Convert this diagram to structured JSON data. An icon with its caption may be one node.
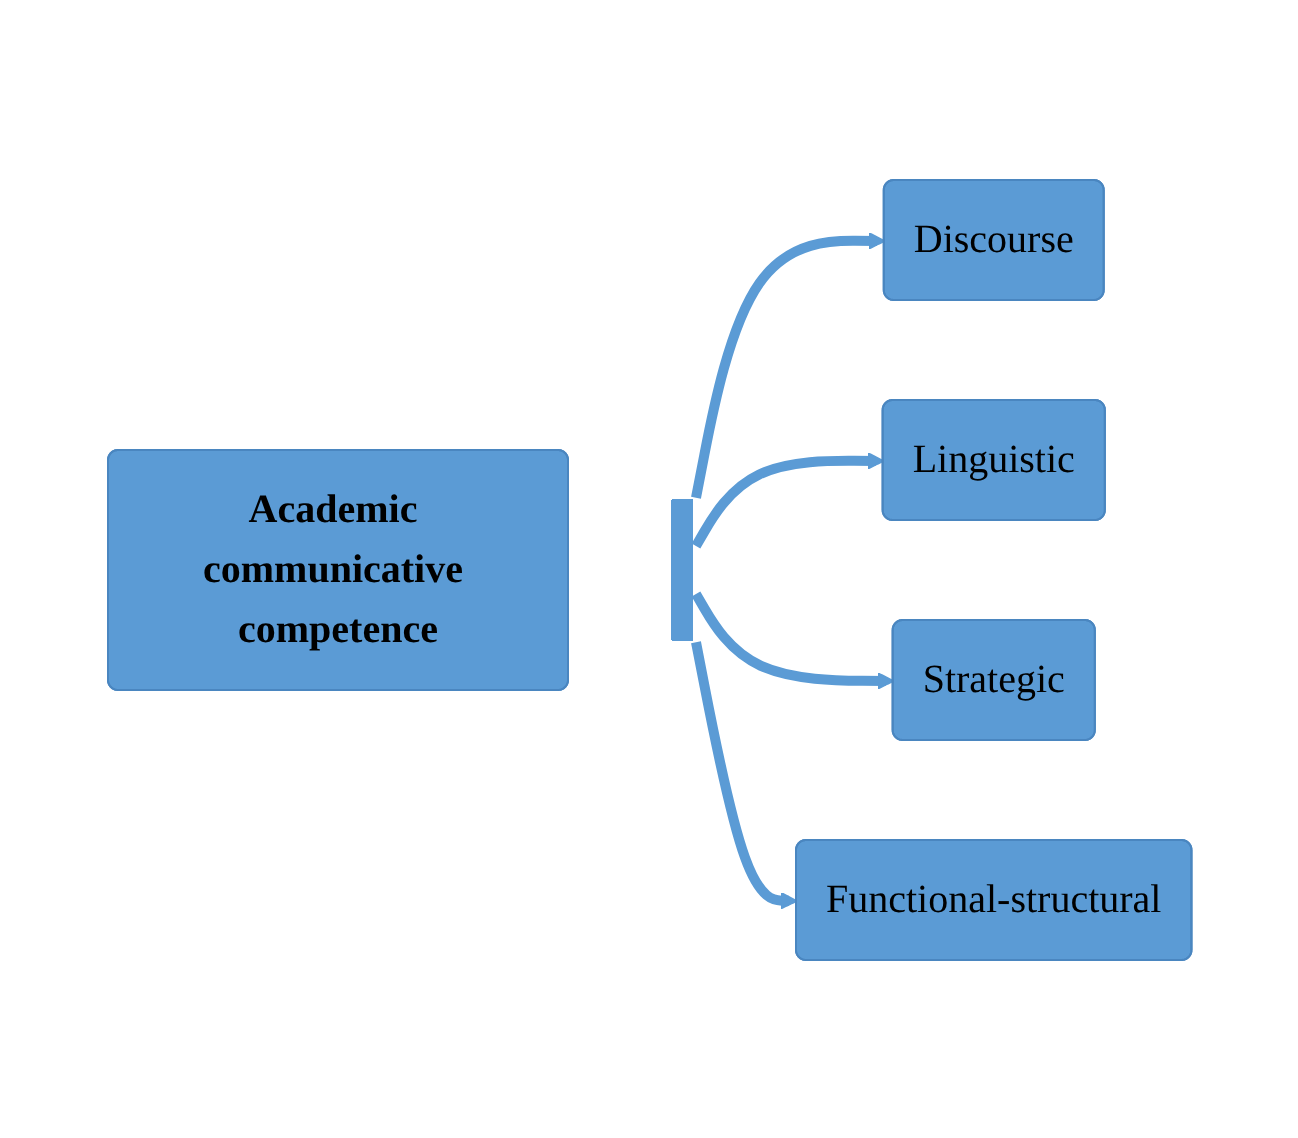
{
  "diagram": {
    "nodes": [
      {
        "text": [
          "Academic communicative competence"
        ]
      },
      {
        "text": [],
        "shape": "bar"
      },
      {
        "text": [
          "Discourse"
        ]
      },
      {
        "text": [
          "Linguistic"
        ]
      },
      {
        "text": [
          "Strategic"
        ]
      },
      {
        "text": [
          "Functional-structural"
        ]
      }
    ],
    "edges": [
      {
        "from": 1,
        "to": 2,
        "arrow": "to"
      },
      {
        "from": 1,
        "to": 3,
        "arrow": "to"
      },
      {
        "from": 1,
        "to": 4,
        "arrow": "to"
      },
      {
        "from": 1,
        "to": 5,
        "arrow": "to"
      }
    ]
  }
}
